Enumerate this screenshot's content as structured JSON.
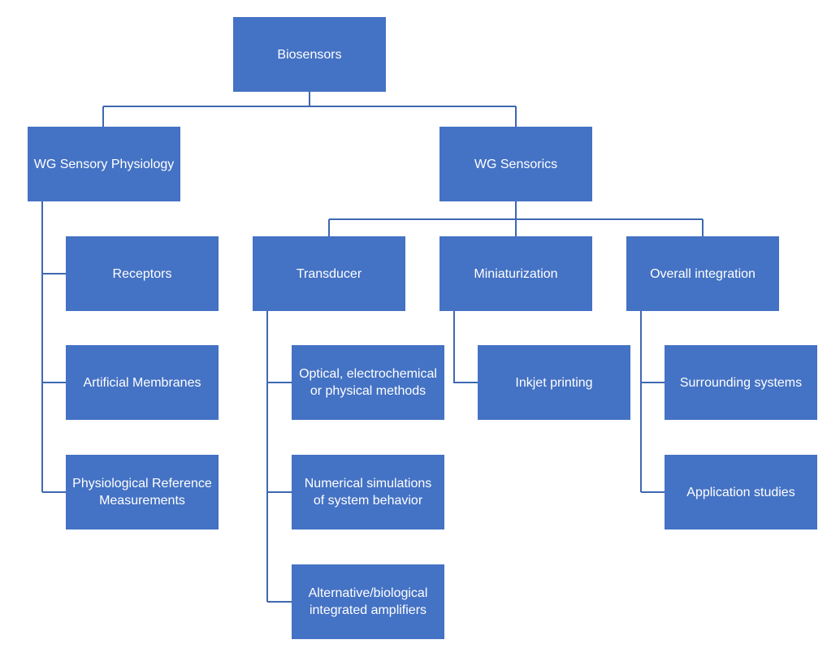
{
  "colors": {
    "box_fill": "#4472C4",
    "connector": "#3F68B1",
    "text": "#FFFFFF",
    "background": "#FFFFFF"
  },
  "nodes": {
    "root": "Biosensors",
    "wg_sensory_physiology": "WG Sensory Physiology",
    "wg_sensorics": "WG Sensorics",
    "receptors": "Receptors",
    "artificial_membranes": "Artificial Membranes",
    "physiological_reference": "Physiological Reference\nMeasurements",
    "transducer": "Transducer",
    "miniaturization": "Miniaturization",
    "overall_integration": "Overall integration",
    "optical_methods": "Optical, electrochemical\nor physical methods",
    "numerical_simulations": "Numerical simulations\nof system behavior",
    "alternative_amplifiers": "Alternative/biological\nintegrated amplifiers",
    "inkjet_printing": "Inkjet printing",
    "surrounding_systems": "Surrounding systems",
    "application_studies": "Application studies"
  }
}
